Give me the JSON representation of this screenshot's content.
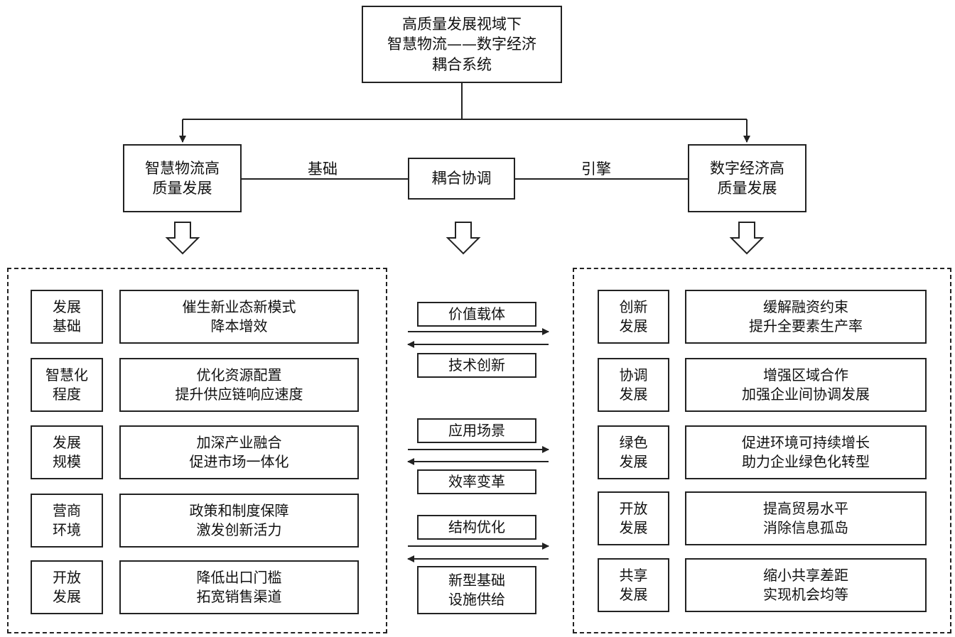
{
  "top": {
    "lines": [
      "高质量发展视域下",
      "智慧物流——数字经济",
      "耦合系统"
    ]
  },
  "left_main": {
    "lines": [
      "智慧物流高",
      "质量发展"
    ]
  },
  "center_main": {
    "lines": [
      "耦合协调"
    ]
  },
  "right_main": {
    "lines": [
      "数字经济高",
      "质量发展"
    ]
  },
  "edge_labels": {
    "left": "基础",
    "right": "引擎"
  },
  "left_panel": [
    {
      "label": [
        "发展",
        "基础"
      ],
      "desc": [
        "催生新业态新模式",
        "降本增效"
      ]
    },
    {
      "label": [
        "智慧化",
        "程度"
      ],
      "desc": [
        "优化资源配置",
        "提升供应链响应速度"
      ]
    },
    {
      "label": [
        "发展",
        "规模"
      ],
      "desc": [
        "加深产业融合",
        "促进市场一体化"
      ]
    },
    {
      "label": [
        "营商",
        "环境"
      ],
      "desc": [
        "政策和制度保障",
        "激发创新活力"
      ]
    },
    {
      "label": [
        "开放",
        "发展"
      ],
      "desc": [
        "降低出口门槛",
        "拓宽销售渠道"
      ]
    }
  ],
  "center_panel": [
    {
      "upper": [
        "价值载体"
      ],
      "lower": [
        "技术创新"
      ]
    },
    {
      "upper": [
        "应用场景"
      ],
      "lower": [
        "效率变革"
      ]
    },
    {
      "upper": [
        "结构优化"
      ],
      "lower": [
        "新型基础",
        "设施供给"
      ]
    }
  ],
  "right_panel": [
    {
      "label": [
        "创新",
        "发展"
      ],
      "desc": [
        "缓解融资约束",
        "提升全要素生产率"
      ]
    },
    {
      "label": [
        "协调",
        "发展"
      ],
      "desc": [
        "增强区域合作",
        "加强企业间协调发展"
      ]
    },
    {
      "label": [
        "绿色",
        "发展"
      ],
      "desc": [
        "促进环境可持续增长",
        "助力企业绿色化转型"
      ]
    },
    {
      "label": [
        "开放",
        "发展"
      ],
      "desc": [
        "提高贸易水平",
        "消除信息孤岛"
      ]
    },
    {
      "label": [
        "共享",
        "发展"
      ],
      "desc": [
        "缩小共享差距",
        "实现机会均等"
      ]
    }
  ]
}
